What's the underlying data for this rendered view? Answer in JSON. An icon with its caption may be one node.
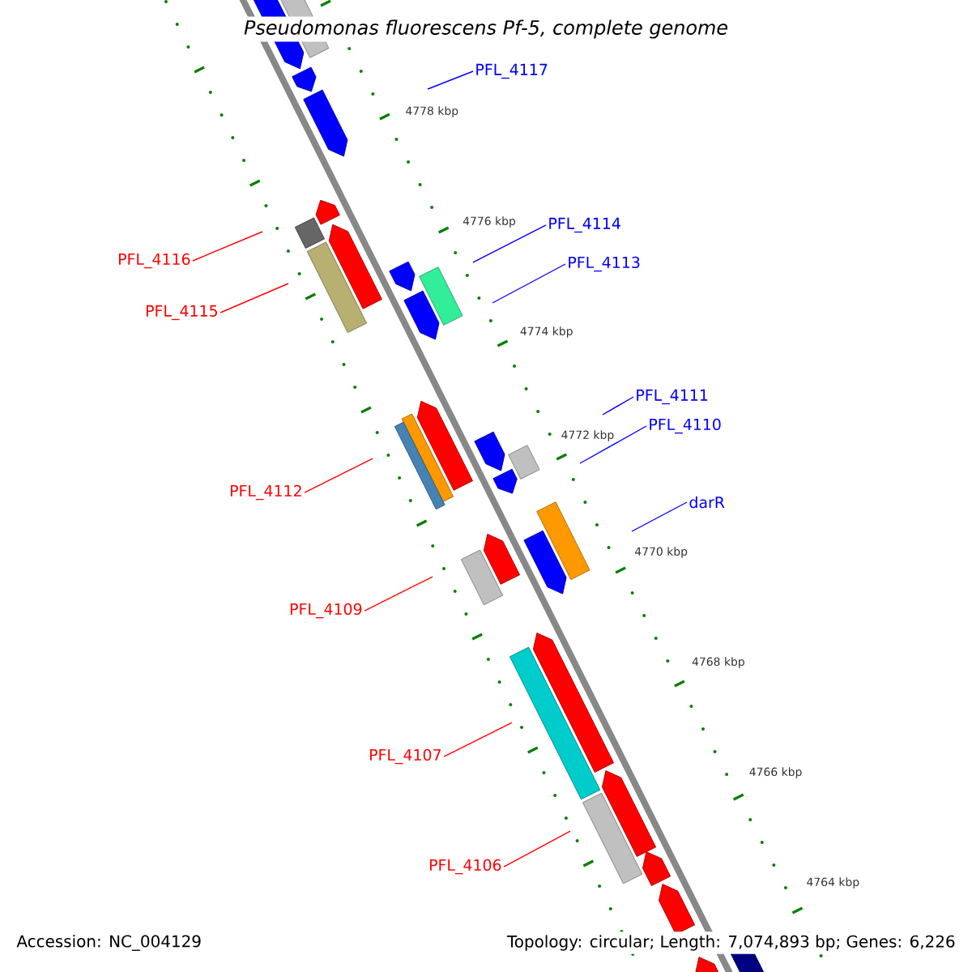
{
  "diagram": {
    "title": "Pseudomonas fluorescens Pf-5, complete genome",
    "nodes": [
      {
        "text": [
          "PFL_4117"
        ]
      },
      {
        "text": [
          "PFL_4116"
        ]
      },
      {
        "text": [
          "PFL_4114"
        ]
      },
      {
        "text": [
          "PFL_4113"
        ]
      },
      {
        "text": [
          "PFL_4115"
        ]
      },
      {
        "text": [
          "PFL_4111"
        ]
      },
      {
        "text": [
          "PFL_4110"
        ]
      },
      {
        "text": [
          "PFL_4112"
        ]
      },
      {
        "text": [
          "darR"
        ]
      },
      {
        "text": [
          "PFL_4109"
        ]
      },
      {
        "text": [
          "PFL_4107"
        ]
      },
      {
        "text": [
          "PFL_4106"
        ]
      }
    ],
    "edges": [
      {
        "from": 0,
        "to": null,
        "arrow": "none",
        "color": "#0000ff"
      },
      {
        "from": 1,
        "to": null,
        "arrow": "none",
        "color": "#ff0000"
      },
      {
        "from": 2,
        "to": null,
        "arrow": "none",
        "color": "#0000ff"
      },
      {
        "from": 3,
        "to": null,
        "arrow": "none",
        "color": "#0000ff"
      },
      {
        "from": 4,
        "to": null,
        "arrow": "none",
        "color": "#ff0000"
      },
      {
        "from": 5,
        "to": null,
        "arrow": "none",
        "color": "#0000ff"
      },
      {
        "from": 6,
        "to": null,
        "arrow": "none",
        "color": "#0000ff"
      },
      {
        "from": 7,
        "to": null,
        "arrow": "none",
        "color": "#ff0000"
      },
      {
        "from": 8,
        "to": null,
        "arrow": "none",
        "color": "#0000ff"
      },
      {
        "from": 9,
        "to": null,
        "arrow": "none",
        "color": "#ff0000"
      },
      {
        "from": 10,
        "to": null,
        "arrow": "none",
        "color": "#ff0000"
      },
      {
        "from": 11,
        "to": null,
        "arrow": "none",
        "color": "#ff0000"
      }
    ],
    "labels": [
      "4778 kbp",
      "4776 kbp",
      "4774 kbp",
      "4772 kbp",
      "4770 kbp",
      "4768 kbp",
      "4766 kbp",
      "4764 kbp",
      "Accession: NC_004129",
      "Topology: circular; Length: 7,074,893 bp; Genes: 6,226"
    ]
  }
}
